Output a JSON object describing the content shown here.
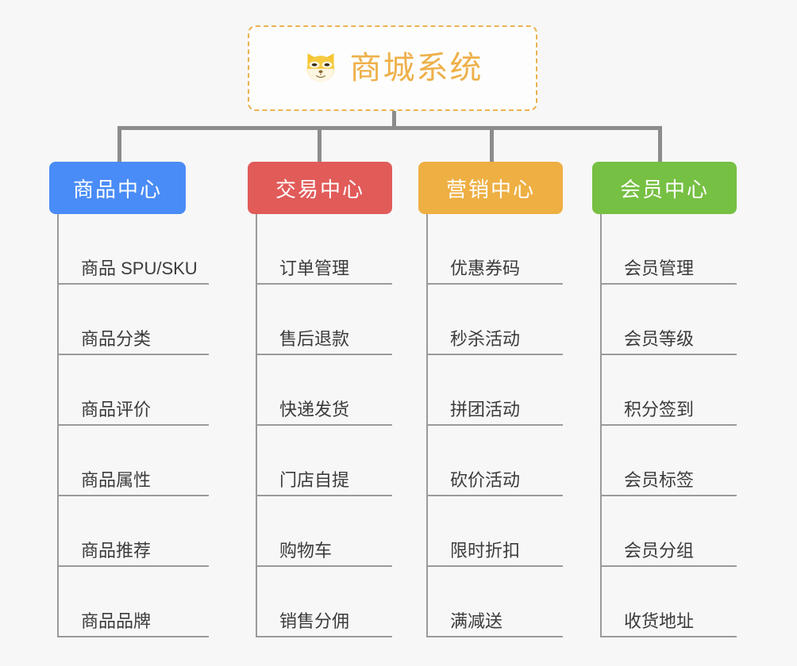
{
  "root": {
    "title": "商城系统",
    "icon": "dog-face-icon",
    "border_color": "#eab14e",
    "text_color": "#eeb04a",
    "background": "#fdfdfd"
  },
  "page": {
    "background": "#f7f7f7",
    "connector_color": "#8c8c8c",
    "leaf_line_color": "#9a9a9a",
    "leaf_text_color": "#3b3b3b"
  },
  "columns": [
    {
      "label": "商品中心",
      "color": "#4a8cf7",
      "items": [
        "商品 SPU/SKU",
        "商品分类",
        "商品评价",
        "商品属性",
        "商品推荐",
        "商品品牌"
      ]
    },
    {
      "label": "交易中心",
      "color": "#e15b59",
      "items": [
        "订单管理",
        "售后退款",
        "快递发货",
        "门店自提",
        "购物车",
        "销售分佣"
      ]
    },
    {
      "label": "营销中心",
      "color": "#eeaf43",
      "items": [
        "优惠券码",
        "秒杀活动",
        "拼团活动",
        "砍价活动",
        "限时折扣",
        "满减送"
      ]
    },
    {
      "label": "会员中心",
      "color": "#76c043",
      "items": [
        "会员管理",
        "会员等级",
        "积分签到",
        "会员标签",
        "会员分组",
        "收货地址"
      ]
    }
  ]
}
